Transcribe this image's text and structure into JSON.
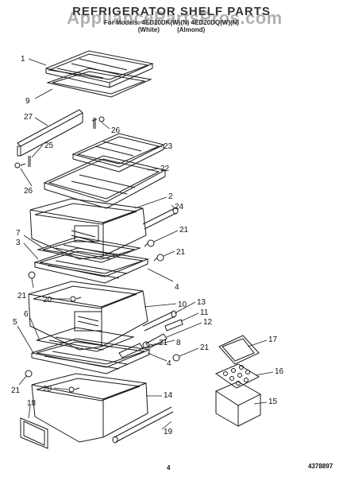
{
  "header": {
    "title": "REFRIGERATOR SHELF PARTS",
    "models": "For Models: 4ED20DK(W)(N)  4ED20DQ(W)(N)",
    "color_white": "(White)",
    "color_almond": "(Almond)",
    "watermark": "AppliancePartsPros.com"
  },
  "callouts": [
    "1",
    "9",
    "27",
    "26",
    "25",
    "23",
    "22",
    "26",
    "2",
    "24",
    "7",
    "3",
    "21",
    "21",
    "4",
    "21",
    "20",
    "10",
    "13",
    "11",
    "12",
    "6",
    "5",
    "8",
    "21",
    "21",
    "4",
    "17",
    "16",
    "21",
    "20",
    "14",
    "15",
    "18",
    "19"
  ],
  "footer": {
    "page": "4",
    "doc_number": "4378897"
  },
  "colors": {
    "line": "#1a1a1a",
    "background": "#ffffff"
  }
}
